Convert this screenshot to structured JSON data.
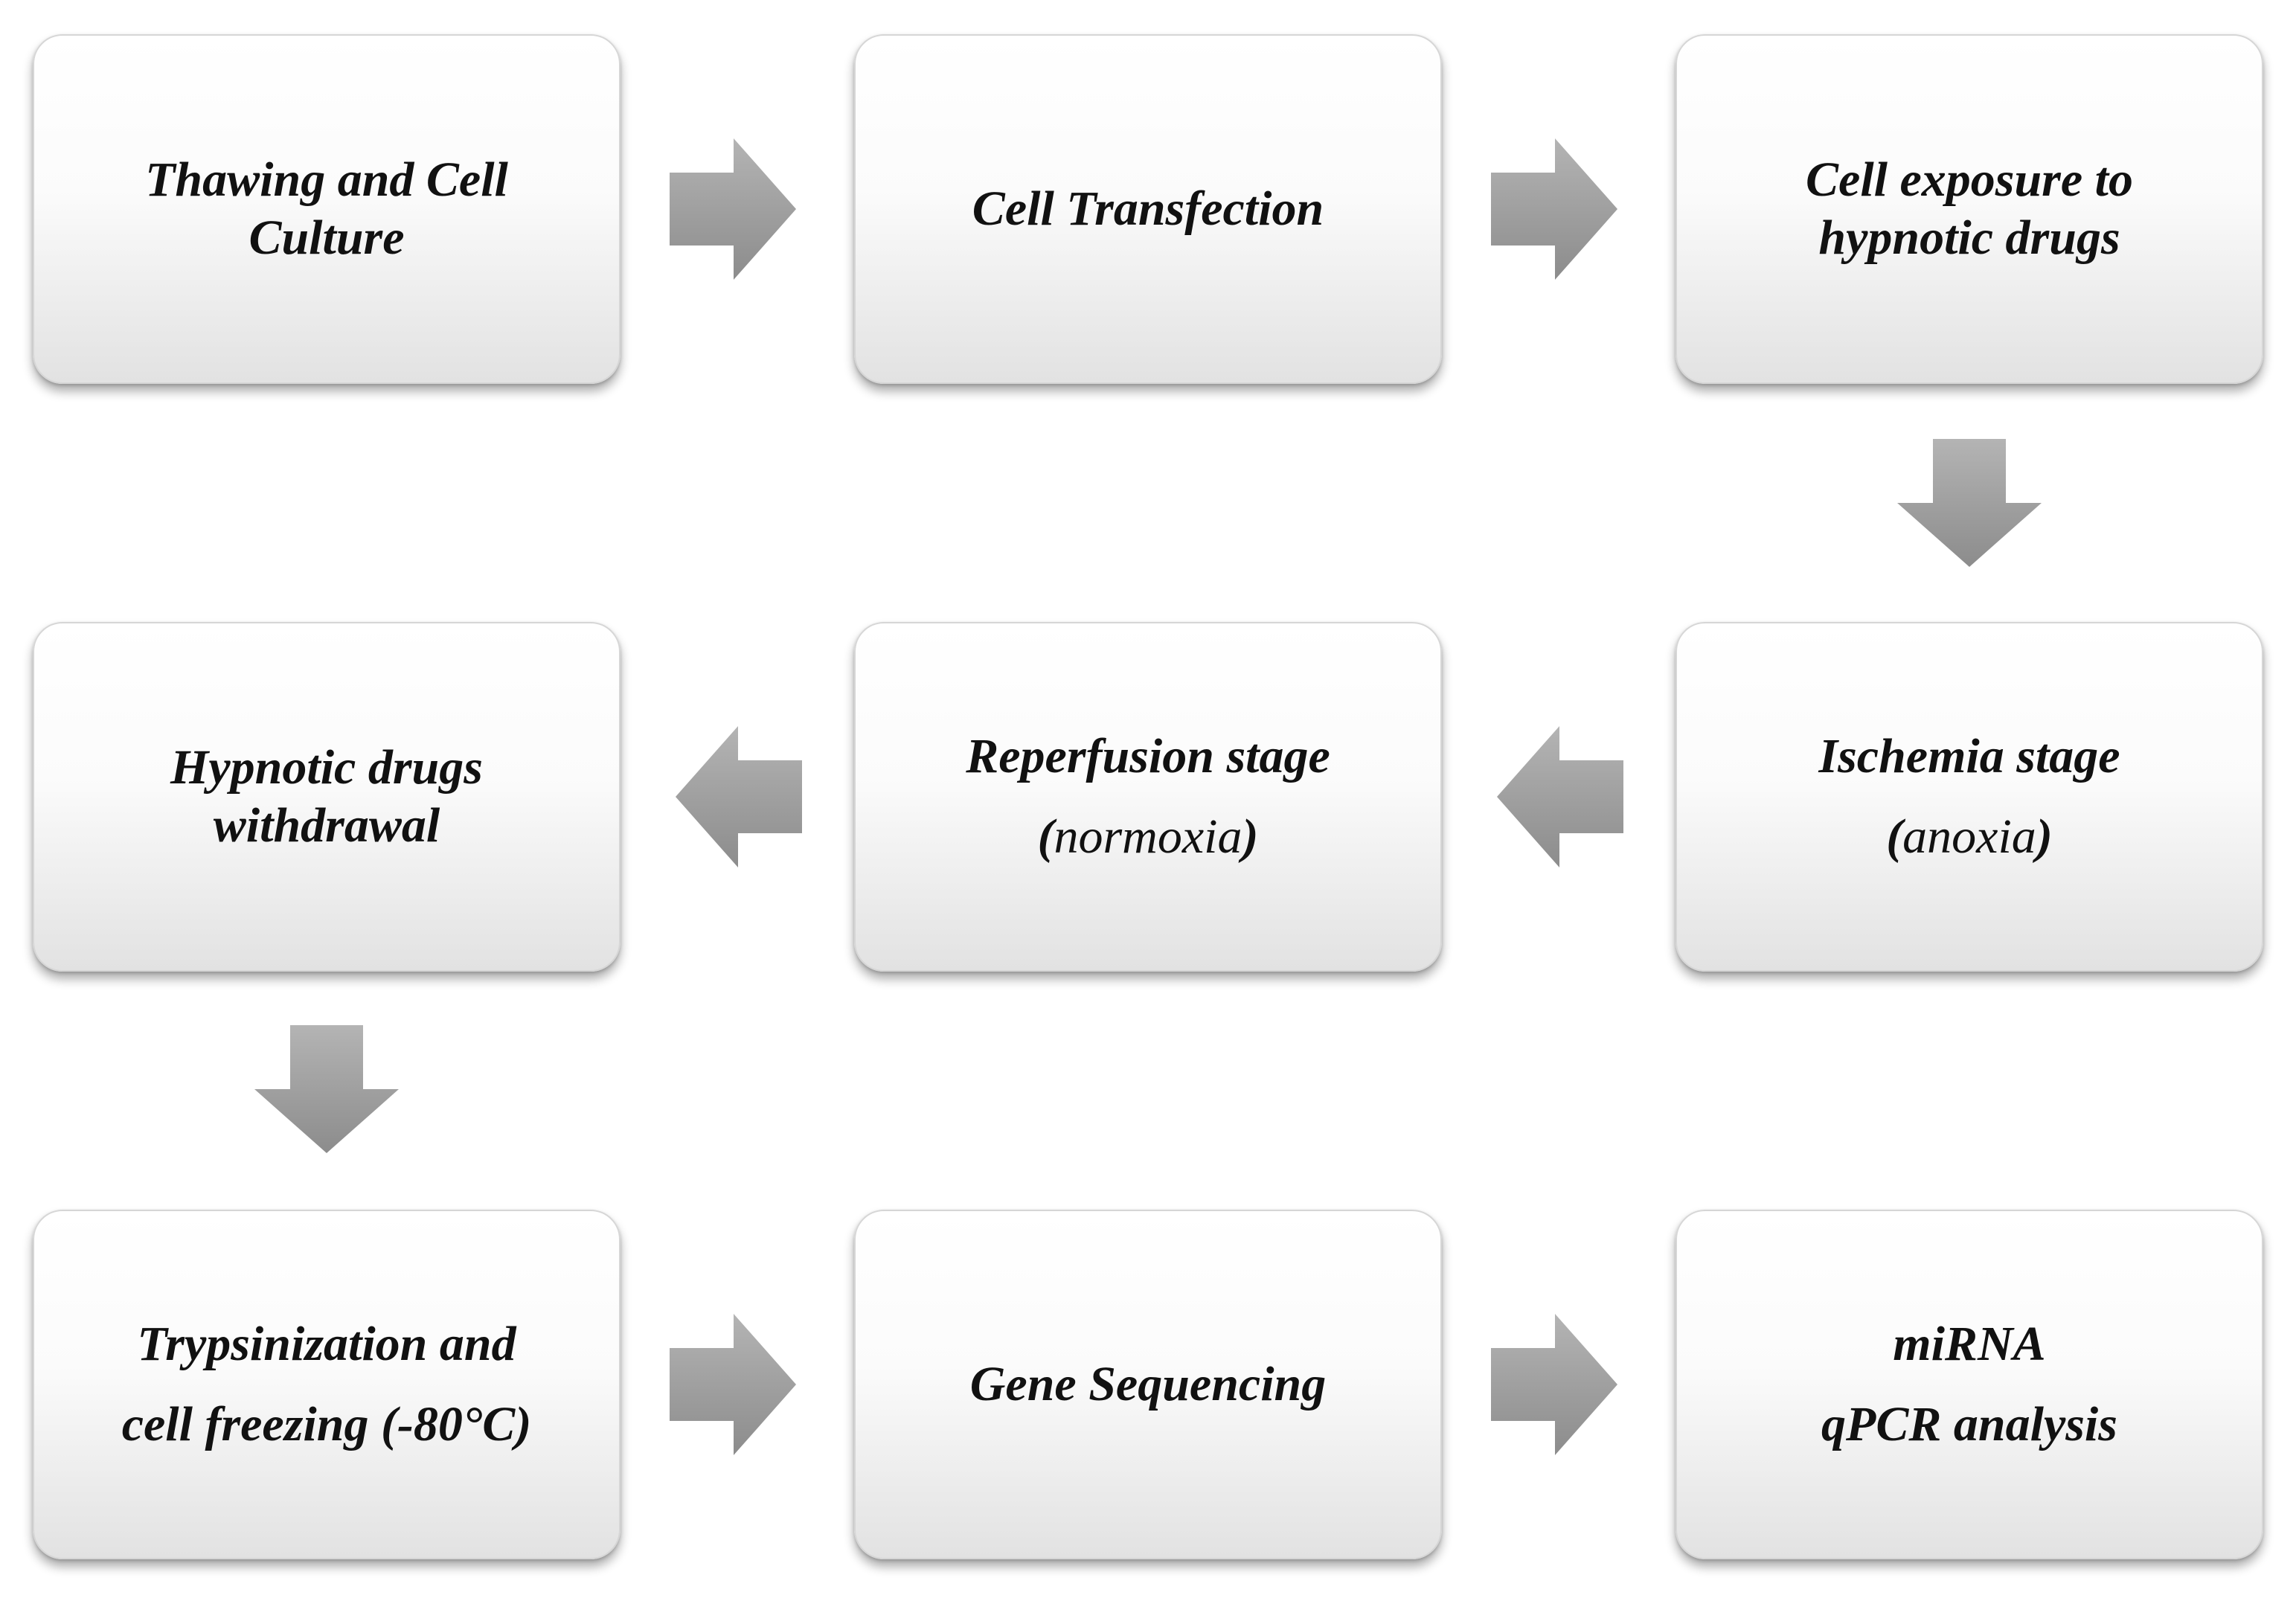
{
  "steps": {
    "thawing": {
      "line1": "Thawing and Cell",
      "line2": "Culture"
    },
    "transfection": {
      "line1": "Cell Transfection"
    },
    "exposure": {
      "line1": "Cell exposure to",
      "line2": "hypnotic drugs"
    },
    "ischemia": {
      "line1": "Ischemia stage",
      "open": "(",
      "inner": "anoxia",
      "close": ")"
    },
    "reperfusion": {
      "line1": "Reperfusion stage",
      "open": "(",
      "inner": "normoxia",
      "close": ")"
    },
    "withdrawal": {
      "line1": "Hypnotic drugs",
      "line2": "withdrawal"
    },
    "trypsinization": {
      "line1": "Trypsinization and",
      "line2": "cell freezing (-80°C)"
    },
    "sequencing": {
      "line1": "Gene Sequencing"
    },
    "analysis": {
      "line1": "miRNA",
      "line2": "qPCR analysis"
    }
  },
  "colors": {
    "arrow": "#9a9a9a",
    "text": "#111111",
    "box_top": "#ffffff",
    "box_bottom": "#e2e2e2"
  }
}
